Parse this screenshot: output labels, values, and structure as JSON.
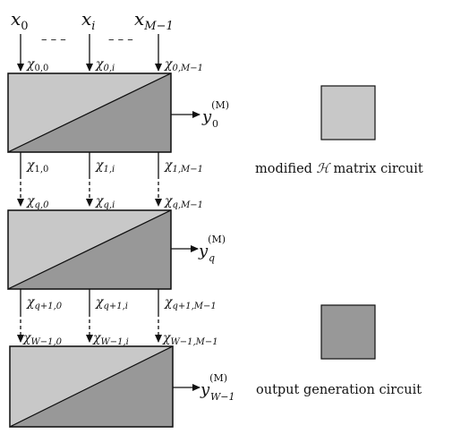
{
  "inputs": [
    {
      "base": "x",
      "sub": "0"
    },
    {
      "base": "x",
      "sub": "i"
    },
    {
      "base": "x",
      "sub": "M−1"
    }
  ],
  "input_dashes": "– – –",
  "stages": [
    {
      "output": {
        "base": "y",
        "sup": "(M)",
        "sub": "0"
      },
      "top_labels": [
        {
          "base": "χ",
          "sub": "0,0"
        },
        {
          "base": "χ",
          "sub": "0,i"
        },
        {
          "base": "χ",
          "sub": "0,M−1"
        }
      ],
      "bottom_labels": [
        {
          "base": "χ",
          "sub": "1,0"
        },
        {
          "base": "χ",
          "sub": "1,i"
        },
        {
          "base": "χ",
          "sub": "1,M−1"
        }
      ]
    },
    {
      "output": {
        "base": "y",
        "sup": "(M)",
        "sub": "q"
      },
      "top_labels": [
        {
          "base": "χ",
          "sub": "q,0"
        },
        {
          "base": "χ",
          "sub": "q,i"
        },
        {
          "base": "χ",
          "sub": "q,M−1"
        }
      ],
      "bottom_labels": [
        {
          "base": "χ",
          "sub": "q+1,0"
        },
        {
          "base": "χ",
          "sub": "q+1,i"
        },
        {
          "base": "χ",
          "sub": "q+1,M−1"
        }
      ]
    },
    {
      "output": {
        "base": "y",
        "sup": "(M)",
        "sub": "W−1"
      },
      "top_labels": [
        {
          "base": "χ",
          "sub": "W−1,0"
        },
        {
          "base": "χ",
          "sub": "W−1,i"
        },
        {
          "base": "χ",
          "sub": "W−1,M−1"
        }
      ],
      "bottom_labels": []
    }
  ],
  "legend": {
    "h_matrix": {
      "prefix": "modified",
      "symbol": "ℋ",
      "suffix": "matrix circuit"
    },
    "output_circuit": "output generation circuit"
  },
  "colors": {
    "h_matrix_fill": "#c8c8c8",
    "output_fill": "#989898",
    "stroke": "#111111",
    "background": "#ffffff"
  }
}
